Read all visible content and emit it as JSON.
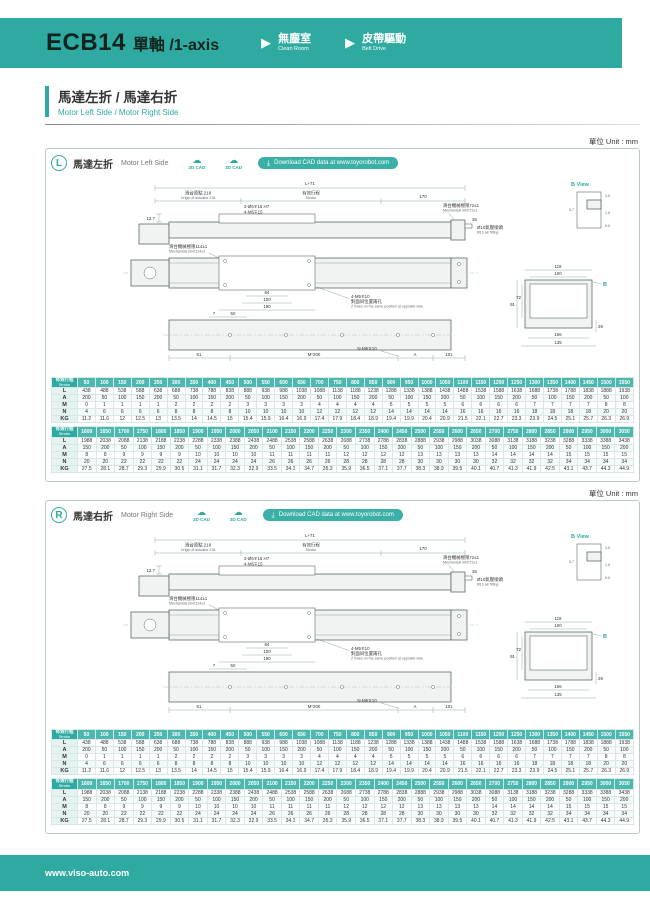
{
  "header": {
    "model": "ECB14",
    "title": "單軸 /1-axis",
    "badges": [
      {
        "cn": "無塵室",
        "en": "Clean Room"
      },
      {
        "cn": "皮帶驅動",
        "en": "Belt Drive"
      }
    ]
  },
  "section": {
    "title": "馬達左折 / 馬達右折",
    "subtitle": "Motor Left Side / Motor Right Side"
  },
  "meta": {
    "unit": "單位 Unit : mm",
    "cad2d": "2D CAD",
    "cad3d": "3D CAD",
    "download": "Download CAD data at www.toyorobot.com"
  },
  "panels": [
    {
      "badge": "L",
      "title_cn": "馬達左折",
      "title_en": "Motor Left Side"
    },
    {
      "badge": "R",
      "title_cn": "馬達右折",
      "title_en": "Motor Right Side"
    }
  ],
  "drawing": {
    "dim_l71": "L+71",
    "origin_cn": "滑台原點 218",
    "origin_en": "Origin of actuator 218",
    "stroke_cn": "有效行程",
    "stroke_en": "Stroke",
    "dim_170": "170",
    "holes_top": "2-Ø6∓15 H7",
    "holes_top2": "4-M6∓15",
    "mech72_cn": "滑台機械極限72±1",
    "mech72_en": "Mechanical limit:72±1",
    "air_cn": "Ø10氣壓接頭",
    "air_en": "Ø10 air fitting",
    "dim_127": "12.7",
    "mech114_cn": "滑台機械極限114±1",
    "mech114_en": "Mechanical limit:114±1",
    "dim_84": "84",
    "dim_100": "100",
    "dim_190": "190",
    "dim_7": "7",
    "dim_50": "50",
    "dim_35": "35",
    "holes_side": "4-M5∓10",
    "holes_side_cn": "對面同位置兩孔",
    "holes_side_en": "2 holes on the same position at opposite side.",
    "dim_61": "61",
    "dim_m200": "M*200",
    "holes_bottom": "N-M6∓10",
    "dim_a": "A",
    "dim_101": "101",
    "bview": "B View",
    "b_35": "3.5",
    "b_57": "5.7",
    "b_18": "1.8",
    "b_55": "5.5",
    "dim_119": "119",
    "dim_100b": "100",
    "dim_91": "91",
    "dim_72": "72",
    "dim_29": "29",
    "dim_106": "106",
    "dim_135": "135",
    "b_mark": "B"
  },
  "strokeTable1": {
    "header_label": "有效行程",
    "header_sublabel": "Stroke",
    "strokes": [
      50,
      100,
      150,
      200,
      250,
      300,
      350,
      400,
      450,
      500,
      550,
      600,
      650,
      700,
      750,
      800,
      850,
      900,
      950,
      1000,
      1050,
      1100,
      1150,
      1200,
      1250,
      1300,
      1350,
      1400,
      1450,
      1500,
      1550
    ],
    "rows": [
      {
        "label": "L",
        "values": [
          438,
          488,
          538,
          588,
          638,
          688,
          738,
          788,
          838,
          888,
          938,
          988,
          1038,
          1088,
          1138,
          1188,
          1238,
          1288,
          1338,
          1388,
          1438,
          1488,
          1538,
          1588,
          1638,
          1688,
          1738,
          1788,
          1838,
          1888,
          1938
        ]
      },
      {
        "label": "A",
        "values": [
          200,
          50,
          100,
          150,
          200,
          50,
          100,
          150,
          200,
          50,
          100,
          150,
          200,
          50,
          100,
          150,
          200,
          50,
          100,
          150,
          200,
          50,
          100,
          150,
          200,
          50,
          100,
          150,
          200,
          50,
          100
        ]
      },
      {
        "label": "M",
        "values": [
          0,
          1,
          1,
          1,
          1,
          2,
          2,
          2,
          2,
          3,
          3,
          3,
          3,
          4,
          4,
          4,
          4,
          5,
          5,
          5,
          5,
          6,
          6,
          6,
          6,
          7,
          7,
          7,
          7,
          8,
          8
        ]
      },
      {
        "label": "N",
        "values": [
          4,
          6,
          6,
          6,
          6,
          8,
          8,
          8,
          8,
          10,
          10,
          10,
          10,
          12,
          12,
          12,
          12,
          14,
          14,
          14,
          14,
          16,
          16,
          16,
          16,
          18,
          18,
          18,
          18,
          20,
          20
        ]
      },
      {
        "label": "KG",
        "values": [
          11.2,
          11.6,
          12,
          12.5,
          13,
          13.5,
          14,
          14.5,
          15,
          15.4,
          15.9,
          16.4,
          16.9,
          17.4,
          17.9,
          18.4,
          18.9,
          19.4,
          19.9,
          20.4,
          20.9,
          21.5,
          22.1,
          22.7,
          23.3,
          23.9,
          24.5,
          25.1,
          25.7,
          26.3,
          26.9
        ]
      }
    ]
  },
  "strokeTable2": {
    "header_label": "有效行程",
    "header_sublabel": "Stroke",
    "strokes": [
      1600,
      1650,
      1700,
      1750,
      1800,
      1850,
      1900,
      1950,
      2000,
      2050,
      2100,
      2150,
      2200,
      2250,
      2300,
      2350,
      2400,
      2450,
      2500,
      2550,
      2600,
      2650,
      2700,
      2750,
      2800,
      2850,
      2900,
      2950,
      3000,
      3050
    ],
    "rows": [
      {
        "label": "L",
        "values": [
          1988,
          2038,
          2088,
          2138,
          2188,
          2238,
          2288,
          2338,
          2388,
          2438,
          2488,
          2538,
          2588,
          2638,
          2688,
          2738,
          2788,
          2838,
          2888,
          2938,
          2988,
          3038,
          3088,
          3138,
          3188,
          3238,
          3288,
          3338,
          3388,
          3438
        ]
      },
      {
        "label": "A",
        "values": [
          150,
          200,
          50,
          100,
          150,
          200,
          50,
          100,
          150,
          200,
          50,
          100,
          150,
          200,
          50,
          100,
          150,
          200,
          50,
          100,
          150,
          200,
          50,
          100,
          150,
          200,
          50,
          100,
          150,
          200
        ]
      },
      {
        "label": "M",
        "values": [
          8,
          8,
          9,
          9,
          9,
          9,
          10,
          10,
          10,
          10,
          11,
          11,
          11,
          11,
          12,
          12,
          12,
          12,
          13,
          13,
          13,
          13,
          14,
          14,
          14,
          14,
          15,
          15,
          15,
          15
        ]
      },
      {
        "label": "N",
        "values": [
          20,
          20,
          22,
          22,
          22,
          22,
          24,
          24,
          24,
          24,
          26,
          26,
          26,
          26,
          28,
          28,
          28,
          28,
          30,
          30,
          30,
          30,
          32,
          32,
          32,
          32,
          34,
          34,
          34,
          34
        ]
      },
      {
        "label": "KG",
        "values": [
          27.5,
          28.1,
          28.7,
          29.3,
          29.9,
          30.5,
          31.1,
          31.7,
          32.3,
          32.9,
          33.5,
          34.1,
          34.7,
          35.3,
          35.9,
          36.5,
          37.1,
          37.7,
          38.3,
          38.9,
          39.5,
          40.1,
          40.7,
          41.3,
          41.9,
          42.5,
          43.1,
          43.7,
          44.3,
          44.9
        ]
      }
    ]
  },
  "footer": {
    "url": "www.viso-auto.com"
  }
}
